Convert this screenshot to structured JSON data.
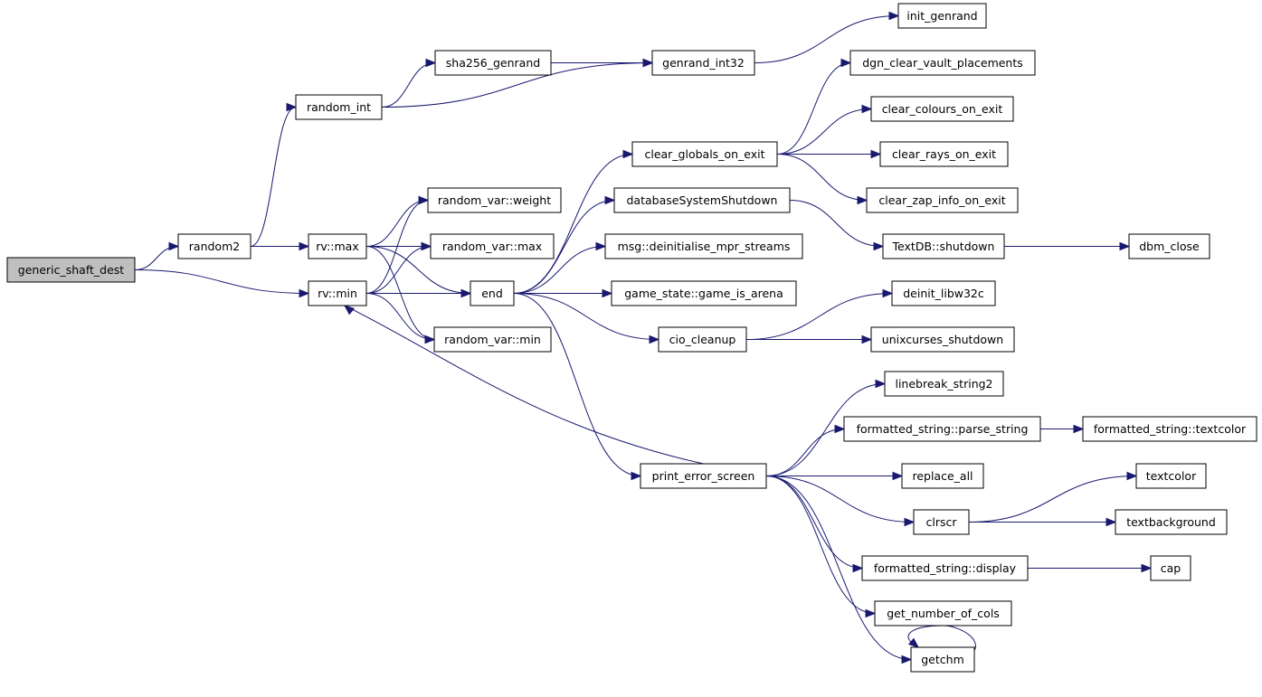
{
  "nodes": [
    {
      "id": "generic_shaft_dest",
      "label": "generic_shaft_dest",
      "root": true
    },
    {
      "id": "random2",
      "label": "random2"
    },
    {
      "id": "rv_min",
      "label": "rv::min"
    },
    {
      "id": "random_int",
      "label": "random_int"
    },
    {
      "id": "rv_max",
      "label": "rv::max"
    },
    {
      "id": "sha256_genrand",
      "label": "sha256_genrand"
    },
    {
      "id": "genrand_int32",
      "label": "genrand_int32"
    },
    {
      "id": "init_genrand",
      "label": "init_genrand"
    },
    {
      "id": "rvar_weight",
      "label": "random_var::weight"
    },
    {
      "id": "rvar_max",
      "label": "random_var::max"
    },
    {
      "id": "rvar_min",
      "label": "random_var::min"
    },
    {
      "id": "end",
      "label": "end"
    },
    {
      "id": "clear_globals_on_exit",
      "label": "clear_globals_on_exit"
    },
    {
      "id": "databaseSystemShutdown",
      "label": "databaseSystemShutdown"
    },
    {
      "id": "msg_deinit",
      "label": "msg::deinitialise_mpr_streams"
    },
    {
      "id": "game_is_arena",
      "label": "game_state::game_is_arena"
    },
    {
      "id": "cio_cleanup",
      "label": "cio_cleanup"
    },
    {
      "id": "print_error_screen",
      "label": "print_error_screen"
    },
    {
      "id": "dgn_clear",
      "label": "dgn_clear_vault_placements"
    },
    {
      "id": "clear_colours",
      "label": "clear_colours_on_exit"
    },
    {
      "id": "clear_rays",
      "label": "clear_rays_on_exit"
    },
    {
      "id": "clear_zap",
      "label": "clear_zap_info_on_exit"
    },
    {
      "id": "textdb_shutdown",
      "label": "TextDB::shutdown"
    },
    {
      "id": "dbm_close",
      "label": "dbm_close"
    },
    {
      "id": "deinit_libw32c",
      "label": "deinit_libw32c"
    },
    {
      "id": "unixcurses_shutdown",
      "label": "unixcurses_shutdown"
    },
    {
      "id": "linebreak_string2",
      "label": "linebreak_string2"
    },
    {
      "id": "fs_parse_string",
      "label": "formatted_string::parse_string"
    },
    {
      "id": "fs_textcolor",
      "label": "formatted_string::textcolor"
    },
    {
      "id": "replace_all",
      "label": "replace_all"
    },
    {
      "id": "clrscr",
      "label": "clrscr"
    },
    {
      "id": "textcolor",
      "label": "textcolor"
    },
    {
      "id": "textbackground",
      "label": "textbackground"
    },
    {
      "id": "fs_display",
      "label": "formatted_string::display"
    },
    {
      "id": "cap",
      "label": "cap"
    },
    {
      "id": "get_number_of_cols",
      "label": "get_number_of_cols"
    },
    {
      "id": "getchm",
      "label": "getchm"
    }
  ],
  "edges": [
    {
      "from": "generic_shaft_dest",
      "to": "random2"
    },
    {
      "from": "generic_shaft_dest",
      "to": "rv_min"
    },
    {
      "from": "random2",
      "to": "random_int"
    },
    {
      "from": "random2",
      "to": "rv_max"
    },
    {
      "from": "random_int",
      "to": "sha256_genrand"
    },
    {
      "from": "random_int",
      "to": "genrand_int32"
    },
    {
      "from": "sha256_genrand",
      "to": "genrand_int32"
    },
    {
      "from": "genrand_int32",
      "to": "init_genrand"
    },
    {
      "from": "rv_max",
      "to": "rvar_weight"
    },
    {
      "from": "rv_max",
      "to": "rvar_max"
    },
    {
      "from": "rv_max",
      "to": "end"
    },
    {
      "from": "rv_max",
      "to": "rvar_min"
    },
    {
      "from": "rv_min",
      "to": "rvar_weight"
    },
    {
      "from": "rv_min",
      "to": "rvar_max"
    },
    {
      "from": "rv_min",
      "to": "end"
    },
    {
      "from": "rv_min",
      "to": "rvar_min"
    },
    {
      "from": "end",
      "to": "clear_globals_on_exit"
    },
    {
      "from": "end",
      "to": "databaseSystemShutdown"
    },
    {
      "from": "end",
      "to": "msg_deinit"
    },
    {
      "from": "end",
      "to": "game_is_arena"
    },
    {
      "from": "end",
      "to": "cio_cleanup"
    },
    {
      "from": "end",
      "to": "print_error_screen"
    },
    {
      "from": "clear_globals_on_exit",
      "to": "dgn_clear"
    },
    {
      "from": "clear_globals_on_exit",
      "to": "clear_colours"
    },
    {
      "from": "clear_globals_on_exit",
      "to": "clear_rays"
    },
    {
      "from": "clear_globals_on_exit",
      "to": "clear_zap"
    },
    {
      "from": "databaseSystemShutdown",
      "to": "textdb_shutdown"
    },
    {
      "from": "textdb_shutdown",
      "to": "dbm_close"
    },
    {
      "from": "cio_cleanup",
      "to": "deinit_libw32c"
    },
    {
      "from": "cio_cleanup",
      "to": "unixcurses_shutdown"
    },
    {
      "from": "print_error_screen",
      "to": "rv_min"
    },
    {
      "from": "print_error_screen",
      "to": "linebreak_string2"
    },
    {
      "from": "print_error_screen",
      "to": "fs_parse_string"
    },
    {
      "from": "print_error_screen",
      "to": "replace_all"
    },
    {
      "from": "print_error_screen",
      "to": "clrscr"
    },
    {
      "from": "print_error_screen",
      "to": "fs_display"
    },
    {
      "from": "print_error_screen",
      "to": "get_number_of_cols"
    },
    {
      "from": "print_error_screen",
      "to": "getchm"
    },
    {
      "from": "fs_parse_string",
      "to": "fs_textcolor"
    },
    {
      "from": "clrscr",
      "to": "textcolor"
    },
    {
      "from": "clrscr",
      "to": "textbackground"
    },
    {
      "from": "fs_display",
      "to": "cap"
    },
    {
      "from": "getchm",
      "to": "getchm"
    }
  ]
}
